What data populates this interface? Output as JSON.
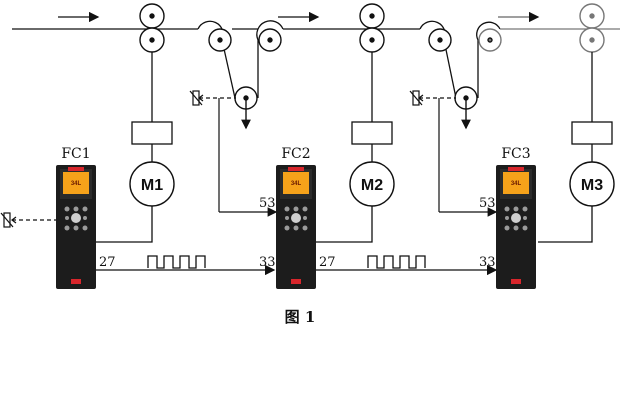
{
  "drives": [
    {
      "name": "FC1",
      "motor": "M1",
      "screen": "34L",
      "terminal_in": "",
      "terminal_analog": "",
      "terminal_out": "27"
    },
    {
      "name": "FC2",
      "motor": "M2",
      "screen": "34L",
      "terminal_in": "33",
      "terminal_analog": "53",
      "terminal_out": "27"
    },
    {
      "name": "FC3",
      "motor": "M3",
      "screen": "34L",
      "terminal_in": "33",
      "terminal_analog": "53",
      "terminal_out": ""
    }
  ],
  "caption": "图  1",
  "colors": {
    "line": "#111111",
    "screen": "#f6a21a",
    "drive_body": "#1c1c1c",
    "brand_badge": "#d8262c"
  },
  "icons": [
    "arrow-right-icon",
    "roller-icon",
    "potentiometer-icon",
    "pulse-train-icon",
    "danfoss-logo-icon"
  ]
}
